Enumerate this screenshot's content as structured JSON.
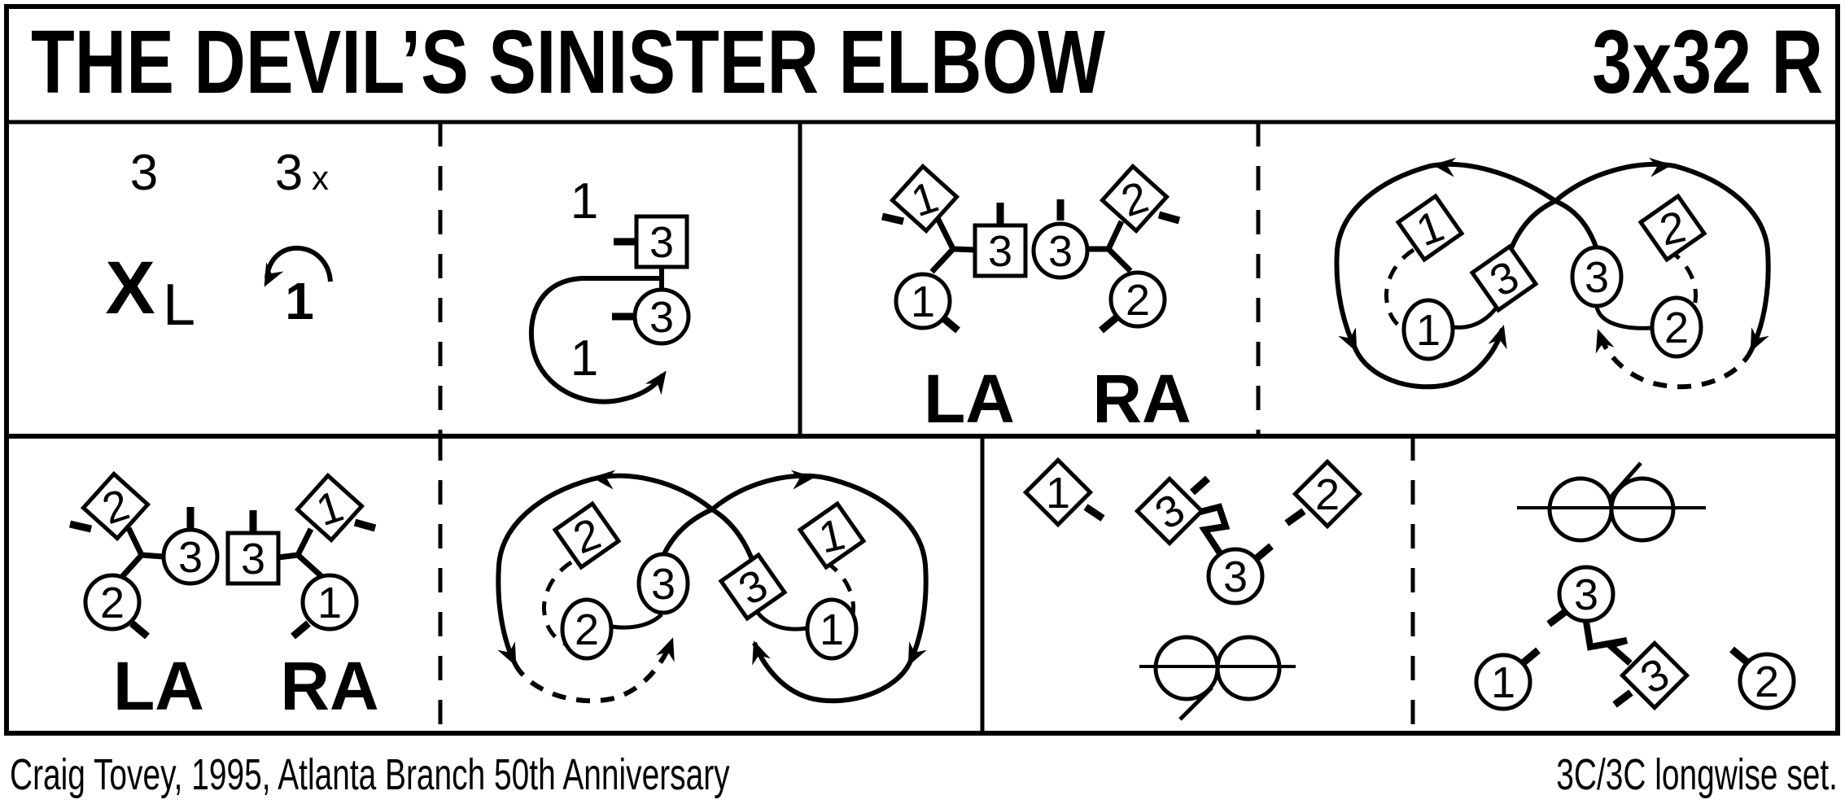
{
  "header": {
    "title": "THE DEVIL’S SINISTER ELBOW",
    "meter": "3x32 R"
  },
  "footer": {
    "credit": "Craig Tovey, 1995, Atlanta Branch 50th Anniversary",
    "set_type": "3C/3C longwise set."
  },
  "cells": {
    "progression": {
      "left_count": "3",
      "right_count": "3",
      "right_count_sub": "x",
      "cross": "X",
      "cross_sub": "L",
      "turn_couple": "1"
    },
    "cast": {
      "top_couple": "1",
      "man3": "3",
      "woman3": "3",
      "inner_couple": "1"
    },
    "arms_top": {
      "man1": "1",
      "man3": "3",
      "woman3": "3",
      "man2": "2",
      "woman1": "1",
      "woman2": "2",
      "la": "LA",
      "ra": "RA"
    },
    "reels_top": {
      "man1": "1",
      "man3": "3",
      "woman1": "1",
      "woman3": "3",
      "man2": "2",
      "woman2": "2"
    },
    "arms_bottom": {
      "man2": "2",
      "woman3": "3",
      "woman2": "2",
      "man3": "3",
      "man1": "1",
      "woman1": "1",
      "la": "LA",
      "ra": "RA"
    },
    "reels_bottom": {
      "man2": "2",
      "woman3": "3",
      "woman2": "2",
      "man3": "3",
      "man1": "1",
      "woman1": "1"
    },
    "promenade_top": {
      "man1": "1",
      "man3": "3",
      "woman3": "3",
      "man2": "2"
    },
    "promenade_bottom": {
      "woman3": "3",
      "man3": "3",
      "woman1": "1",
      "woman2": "2"
    }
  }
}
